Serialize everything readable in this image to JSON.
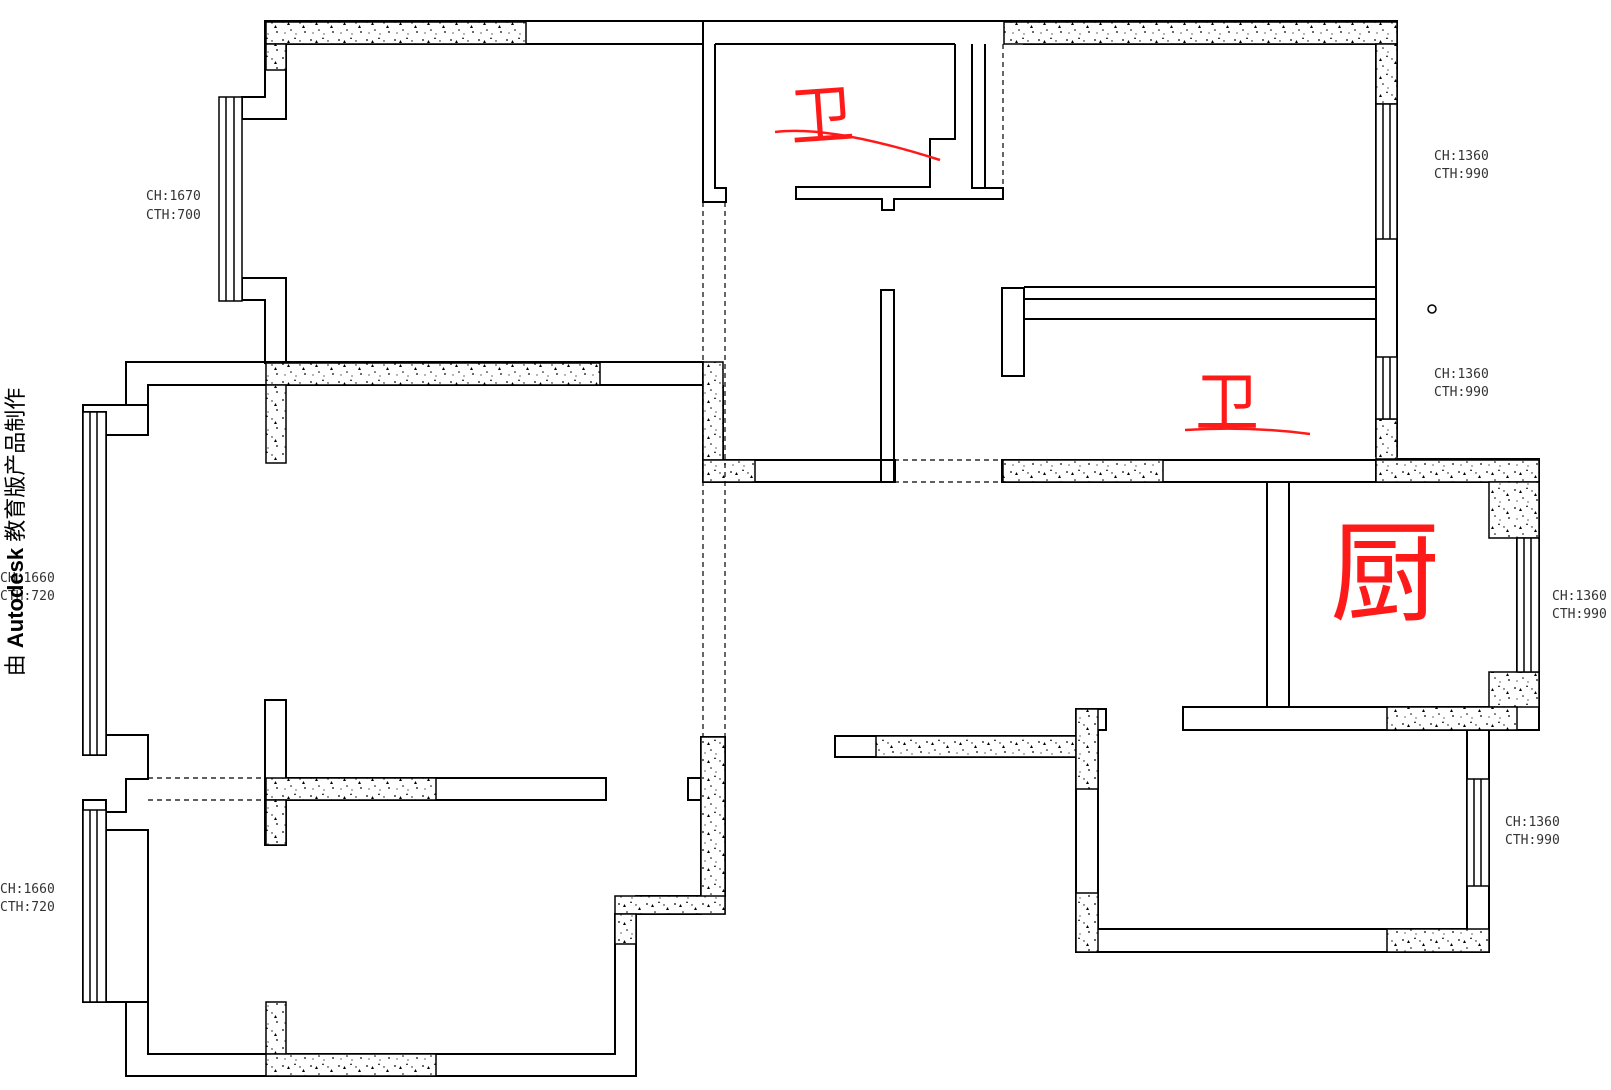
{
  "watermark": {
    "prefix": "由",
    "brand": "Autodesk",
    "suffix": "教育版产品制作"
  },
  "window_labels": [
    {
      "id": "w1",
      "ch": "CH:1670",
      "cth": "CTH:700"
    },
    {
      "id": "w2",
      "ch": "CH:1360",
      "cth": "CTH:990"
    },
    {
      "id": "w3",
      "ch": "CH:1360",
      "cth": "CTH:990"
    },
    {
      "id": "w4",
      "ch": "CH:1660",
      "cth": "CTH:720"
    },
    {
      "id": "w5",
      "ch": "CH:1360",
      "cth": "CTH:990"
    },
    {
      "id": "w6",
      "ch": "CH:1360",
      "cth": "CTH:990"
    },
    {
      "id": "w7",
      "ch": "CH:1660",
      "cth": "CTH:720"
    }
  ],
  "room_annotations": [
    {
      "id": "bath-1",
      "text": "卫"
    },
    {
      "id": "bath-2",
      "text": "卫"
    },
    {
      "id": "kitchen",
      "text": "厨"
    }
  ],
  "colors": {
    "wall": "#000000",
    "annotation": "#ff1a1a",
    "background": "#ffffff"
  }
}
